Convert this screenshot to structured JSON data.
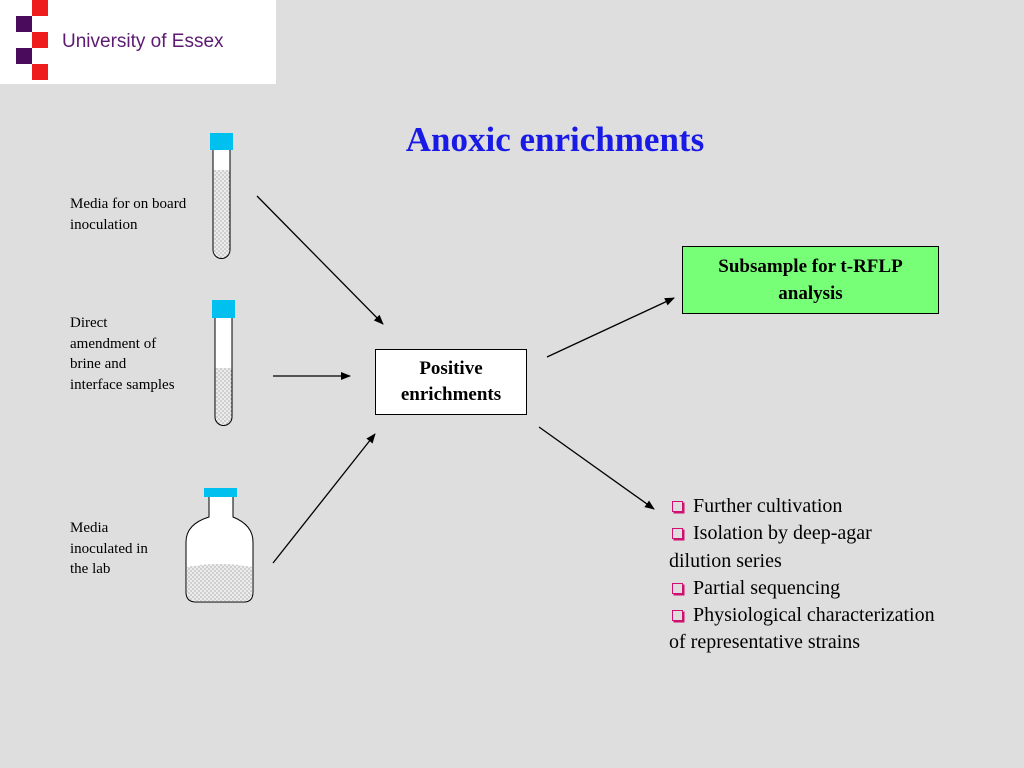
{
  "logo": {
    "text": "University of Essex",
    "colors": {
      "purple": "#4b0b5c",
      "red": "#ee1c1c"
    }
  },
  "title": "Anoxic enrichments",
  "inputs": [
    {
      "label": "Media for on board inoculation",
      "icon": "test-tube-icon"
    },
    {
      "label": "Direct amendment of brine and interface samples",
      "icon": "test-tube-icon"
    },
    {
      "label": "Media inoculated in the lab",
      "icon": "culture-bottle-icon"
    }
  ],
  "center": {
    "label": "Positive enrichments"
  },
  "outputs": {
    "subsample": {
      "label": "Subsample for t-RFLP analysis",
      "color": "#77ff77"
    },
    "bullets": [
      "Further cultivation",
      "Isolation by deep-agar dilution series",
      "Partial sequencing",
      "Physiological characterization of representative strains"
    ]
  },
  "colors": {
    "title": "#1a1ae6",
    "background": "#dedede",
    "cap": "#00c0f0",
    "bullet": "#d01070"
  }
}
